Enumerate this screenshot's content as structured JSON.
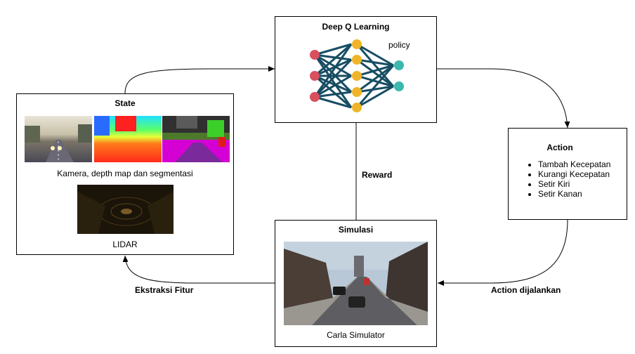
{
  "state": {
    "title": "State",
    "camera_caption": "Kamera, depth map dan segmentasi",
    "lidar_caption": "LIDAR"
  },
  "dql": {
    "title": "Deep Q Learning",
    "policy_label": "policy"
  },
  "action": {
    "title": "Action",
    "items": [
      "Tambah Kecepatan",
      "Kurangi Kecepatan",
      "Setir Kiri",
      "Setir Kanan"
    ]
  },
  "simulasi": {
    "title": "Simulasi",
    "caption": "Carla Simulator"
  },
  "edges": {
    "reward": "Reward",
    "ekstraksi": "Ekstraksi Fitur",
    "action_run": "Action dijalankan"
  },
  "colors": {
    "input_node": "#d9505e",
    "hidden_node": "#f0b429",
    "output_node": "#3cb8ad",
    "nn_edge": "#174d63"
  }
}
